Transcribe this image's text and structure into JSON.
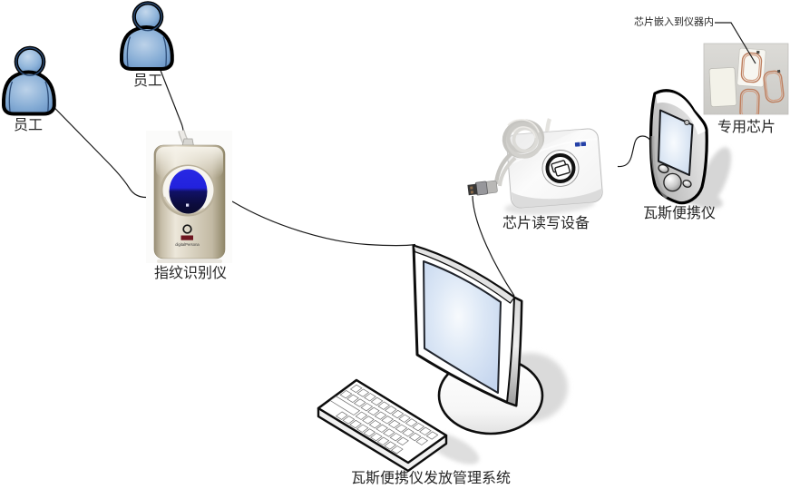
{
  "diagram": {
    "background": "#ffffff",
    "nodes": {
      "employee_left": {
        "label": "员工",
        "icon": "person",
        "color": "#6d9bd1"
      },
      "employee_top": {
        "label": "员工",
        "icon": "person",
        "color": "#6d9bd1"
      },
      "fingerprint_reader": {
        "label": "指纹识别仪",
        "brand": "digitalPersona",
        "window_color": "#2222cc"
      },
      "management_system": {
        "label": "瓦斯便携仪发放管理系统",
        "icon": "desktop-computer"
      },
      "chip_reader_writer": {
        "label": "芯片读写设备",
        "icon": "rfid-reader"
      },
      "portable_device": {
        "label": "瓦斯便携仪",
        "icon": "handheld-pda"
      },
      "special_chip": {
        "label": "专用芯片",
        "icon": "rfid-coils-photo",
        "coil_color": "#c0805f"
      }
    },
    "callout": {
      "text": "芯片嵌入到仪器内"
    },
    "connector_color": "#1a1a1a",
    "label_color": "#262626"
  }
}
